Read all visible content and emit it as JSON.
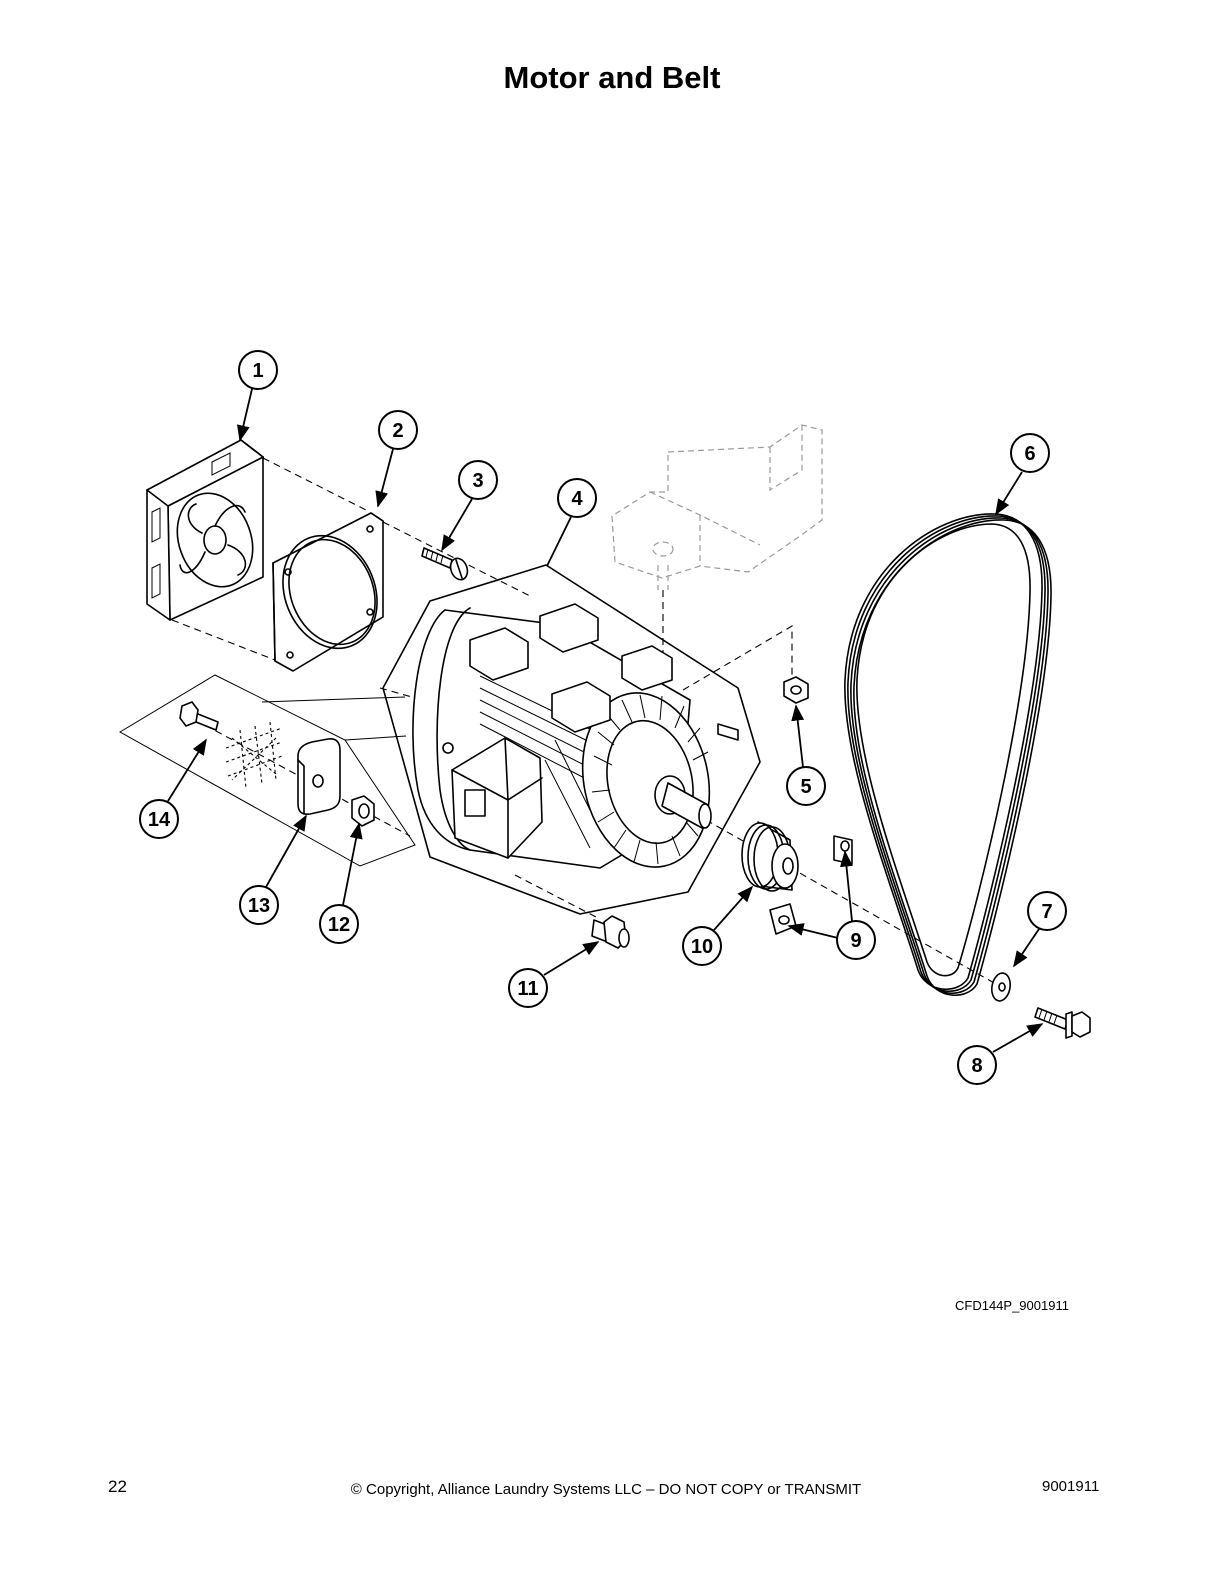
{
  "page": {
    "title": "Motor and Belt",
    "figure_id": "CFD144P_9001911",
    "page_number": "22",
    "copyright": "© Copyright, Alliance Laundry Systems LLC – DO NOT COPY or TRANSMIT",
    "doc_number": "9001911"
  },
  "callouts": [
    {
      "label": "1"
    },
    {
      "label": "2"
    },
    {
      "label": "3"
    },
    {
      "label": "4"
    },
    {
      "label": "5"
    },
    {
      "label": "6"
    },
    {
      "label": "7"
    },
    {
      "label": "8"
    },
    {
      "label": "9"
    },
    {
      "label": "10"
    },
    {
      "label": "11"
    },
    {
      "label": "12"
    },
    {
      "label": "13"
    },
    {
      "label": "14"
    }
  ]
}
